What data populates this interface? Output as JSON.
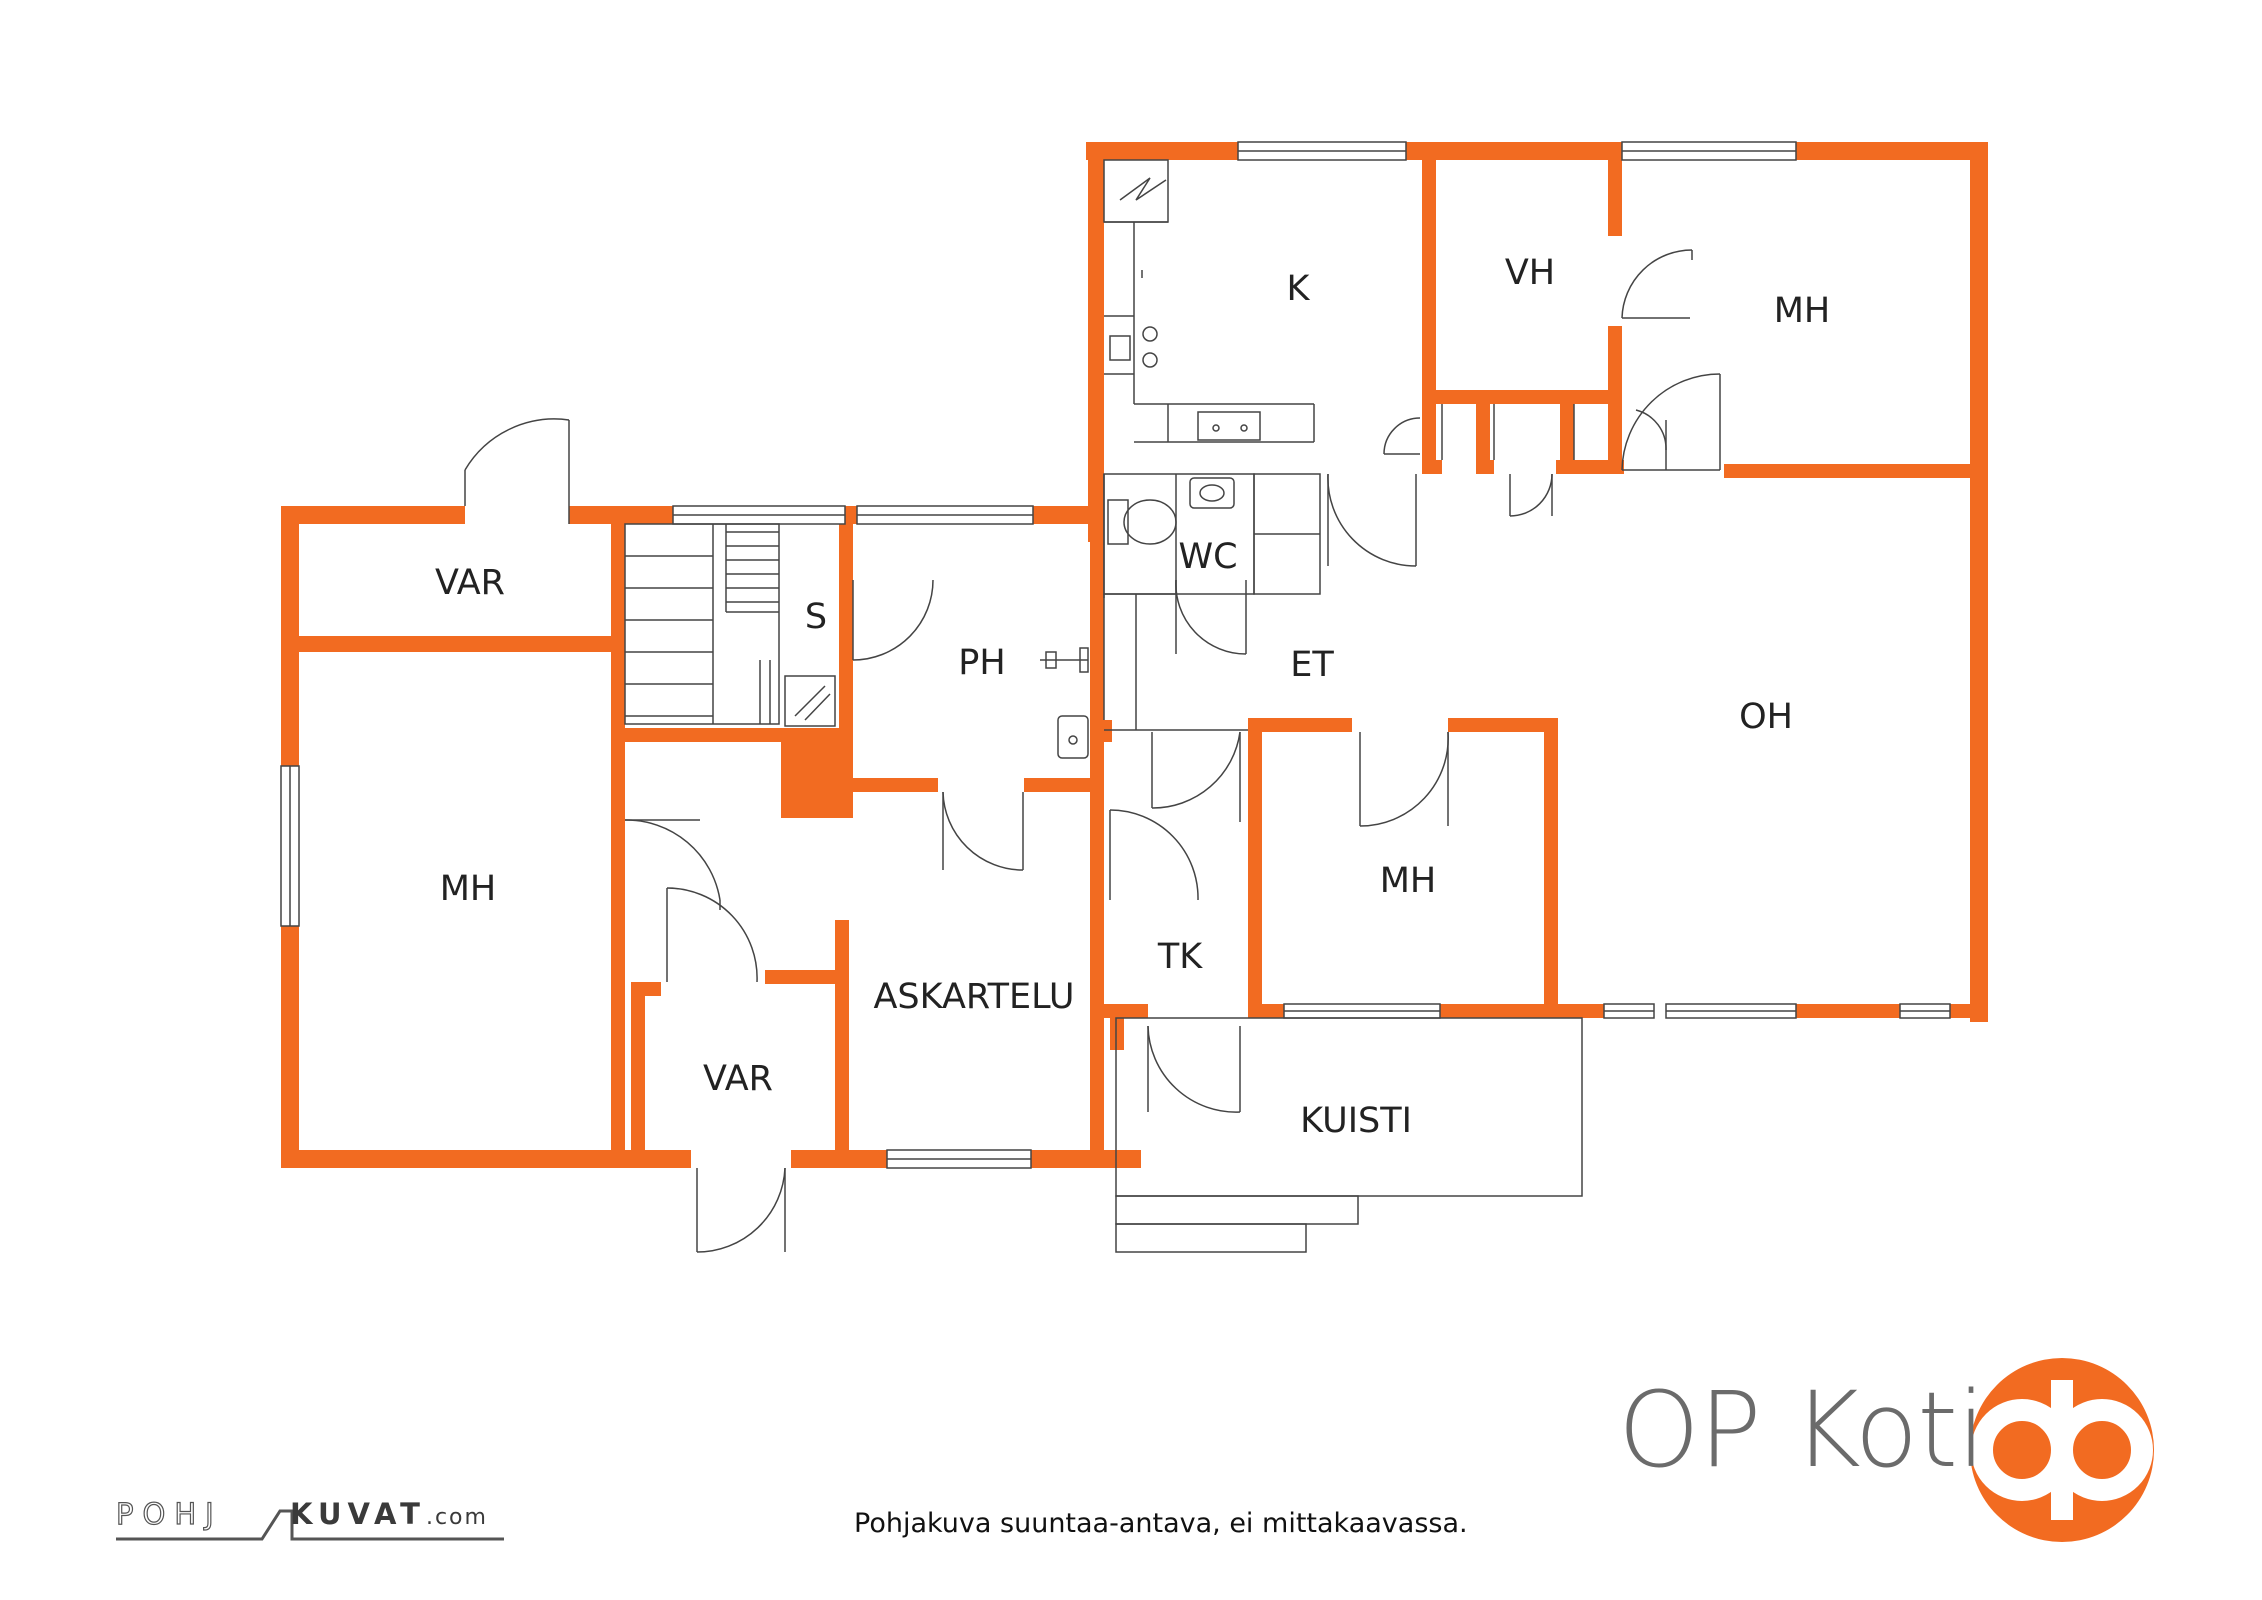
{
  "rooms": {
    "var_top": "VAR",
    "mh_left": "MH",
    "s": "S",
    "ph": "PH",
    "askartelu": "ASKARTELU",
    "var_bottom": "VAR",
    "k": "K",
    "vh": "VH",
    "mh_top_right": "MH",
    "wc": "WC",
    "et": "ET",
    "oh": "OH",
    "mh_center": "MH",
    "tk": "TK",
    "kuisti": "KUISTI"
  },
  "caption": "Pohjakuva suuntaa-antava, ei mittakaavassa.",
  "brand": {
    "name": "OP Koti",
    "logo_color": "#F26B21"
  },
  "watermark": {
    "left": "POHJ",
    "right": "KUVAT",
    "suffix": ".com"
  },
  "colors": {
    "wall": "#F26B21",
    "line": "#444444"
  }
}
